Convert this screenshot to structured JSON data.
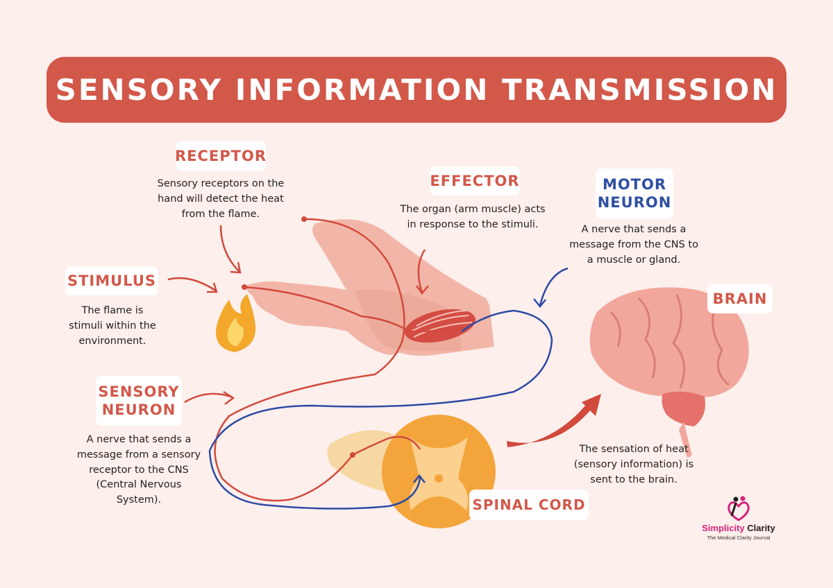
{
  "title": "Sensory Information Transmission",
  "labels": {
    "receptor": "RECEPTOR",
    "effector": "EFFECTOR",
    "motor_neuron": "MOTOR\nNEURON",
    "stimulus": "STIMULUS",
    "brain": "BRAIN",
    "sensory_neuron": "SENSORY\nNEURON",
    "spinal_cord": "SPINAL CORD"
  },
  "descriptions": {
    "receptor": "Sensory receptors on the hand will detect the heat from the flame.",
    "effector": "The organ (arm muscle) acts in response to the stimuli.",
    "motor_neuron": "A nerve that sends a message from the CNS to a muscle or gland.",
    "stimulus": "The flame is stimuli within the environment.",
    "sensory_neuron": "A nerve that sends a message from a sensory receptor to the CNS (Central Nervous System).",
    "brain": "The sensation of heat (sensory information) is sent to the brain."
  },
  "logo": {
    "name_part1": "Simplicity",
    "name_part2": " Clarity",
    "tagline": "The Medical Clarity Journal"
  },
  "colors": {
    "accent": "#d2584a",
    "motor_blue": "#2f4fa3",
    "background": "#fdefec"
  }
}
